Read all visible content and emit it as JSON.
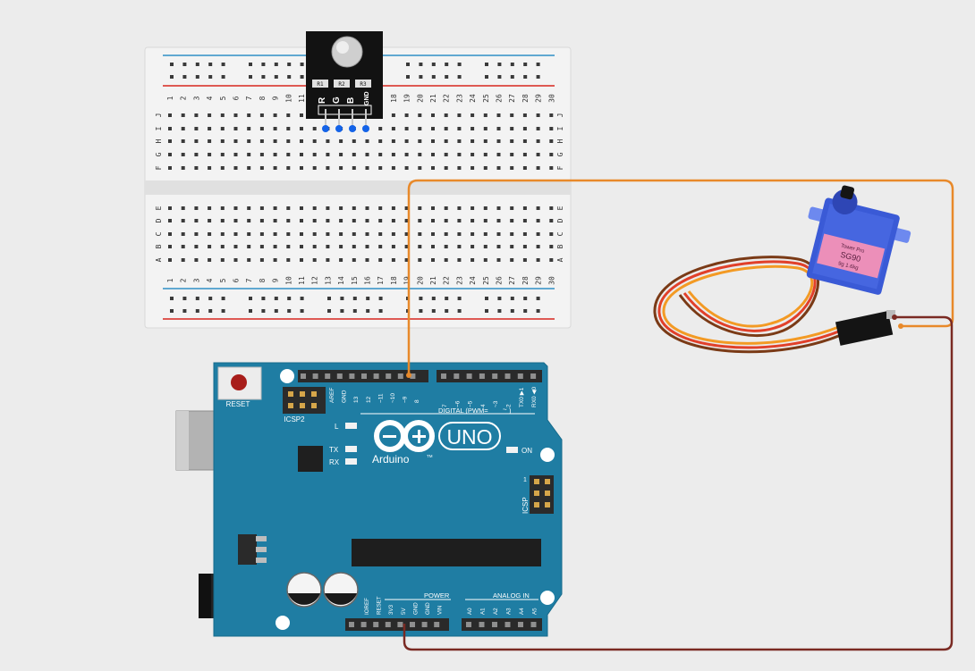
{
  "colors": {
    "background": "#ececec",
    "breadboard": "#f2f2f2",
    "rail_red": "#d7261e",
    "rail_blue": "#2f8fc6",
    "arduino_board": "#1f7da3",
    "wire_signal": "#e8892a",
    "wire_power": "#7a2a23",
    "servo_body": "#3a5ad6",
    "servo_label": "#ec8fb9",
    "pin_dot": "#1463e8"
  },
  "breadboard": {
    "columns": [
      "1",
      "2",
      "3",
      "4",
      "5",
      "6",
      "7",
      "8",
      "9",
      "10",
      "11",
      "12",
      "13",
      "14",
      "15",
      "16",
      "17",
      "18",
      "19",
      "20",
      "21",
      "22",
      "23",
      "24",
      "25",
      "26",
      "27",
      "28",
      "29",
      "30"
    ],
    "rows_top": [
      "J",
      "I",
      "H",
      "G",
      "F"
    ],
    "rows_bottom": [
      "E",
      "D",
      "C",
      "B",
      "A"
    ]
  },
  "rgb_module": {
    "pin_labels": [
      "R",
      "G",
      "B",
      "GND"
    ],
    "resistor_labels": [
      "R1",
      "R2",
      "R3"
    ]
  },
  "arduino": {
    "brand": "Arduino",
    "model": "UNO",
    "reset_label": "RESET",
    "icsp2_label": "ICSP2",
    "icsp_label": "ICSP",
    "icsp_pin1": "1",
    "l_label": "L",
    "tx_label": "TX",
    "rx_label": "RX",
    "on_label": "ON",
    "tm": "TM",
    "digital_label": "DIGITAL (PWM=",
    "digital_tilde": "~",
    "digital_close": ")",
    "power_label": "POWER",
    "analog_label": "ANALOG IN",
    "digital_pins_left": [
      "AREF",
      "GND",
      "13",
      "12",
      "~11",
      "~10",
      "~9",
      "8"
    ],
    "digital_pins_right": [
      "7",
      "~6",
      "~5",
      "4",
      "~3",
      "2",
      "TX0 ▶1",
      "RX0 ◀0"
    ],
    "power_pins": [
      "IOREF",
      "RESET",
      "3V3",
      "5V",
      "GND",
      "GND",
      "VIN"
    ],
    "analog_pins": [
      "A0",
      "A1",
      "A2",
      "A3",
      "A4",
      "A5"
    ]
  },
  "servo": {
    "label": "SG90",
    "label_sub": "Tower Pro",
    "label_sub2": "9g 1.6kg"
  }
}
